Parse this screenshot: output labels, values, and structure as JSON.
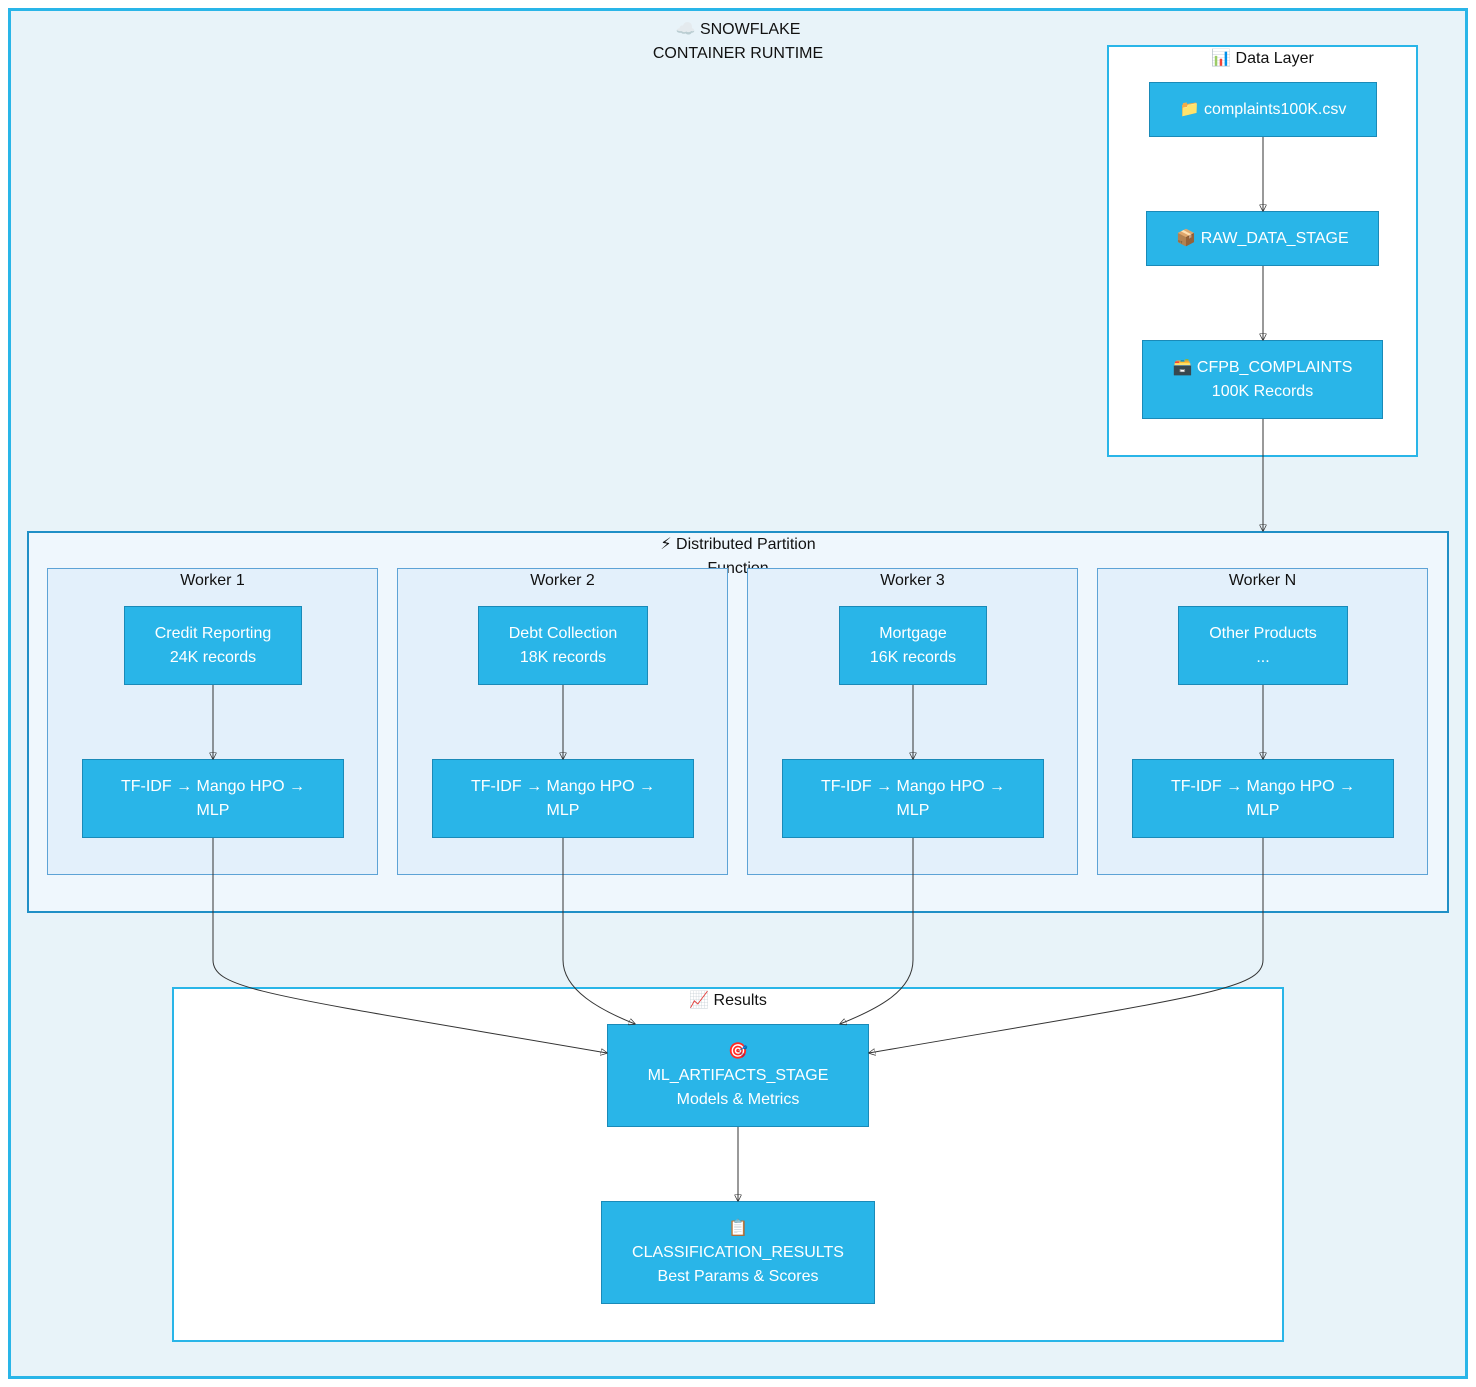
{
  "runtime": {
    "title_line1": "☁️ SNOWFLAKE",
    "title_line2": "CONTAINER RUNTIME"
  },
  "data_layer": {
    "title": "📊 Data Layer",
    "csv_label": "📁 complaints100K.csv",
    "stage_label": "📦 RAW_DATA_STAGE",
    "table_line1": "🗃️ CFPB_COMPLAINTS",
    "table_line2": "100K Records"
  },
  "distributed": {
    "title_line1": "⚡ Distributed Partition",
    "title_line2": "Function",
    "workers": [
      {
        "title": "Worker 1",
        "partition_line1": "Credit Reporting",
        "partition_line2": "24K records",
        "pipeline_line1": "TF-IDF → Mango HPO →",
        "pipeline_line2": "MLP"
      },
      {
        "title": "Worker 2",
        "partition_line1": "Debt Collection",
        "partition_line2": "18K records",
        "pipeline_line1": "TF-IDF → Mango HPO →",
        "pipeline_line2": "MLP"
      },
      {
        "title": "Worker 3",
        "partition_line1": "Mortgage",
        "partition_line2": "16K records",
        "pipeline_line1": "TF-IDF → Mango HPO →",
        "pipeline_line2": "MLP"
      },
      {
        "title": "Worker N",
        "partition_line1": "Other Products",
        "partition_line2": "...",
        "pipeline_line1": "TF-IDF → Mango HPO →",
        "pipeline_line2": "MLP"
      }
    ]
  },
  "results": {
    "title": "📈 Results",
    "artifacts_icon": "🎯",
    "artifacts_line1": "ML_ARTIFACTS_STAGE",
    "artifacts_line2": "Models & Metrics",
    "classification_icon": "📋",
    "classification_line1": "CLASSIFICATION_RESULTS",
    "classification_line2": "Best Params & Scores"
  },
  "colors": {
    "node_fill": "#29b5e8",
    "node_text": "#ffffff",
    "runtime_background": "#e8f3f9",
    "border_accent": "#29b5e8",
    "edge": "#333333"
  }
}
